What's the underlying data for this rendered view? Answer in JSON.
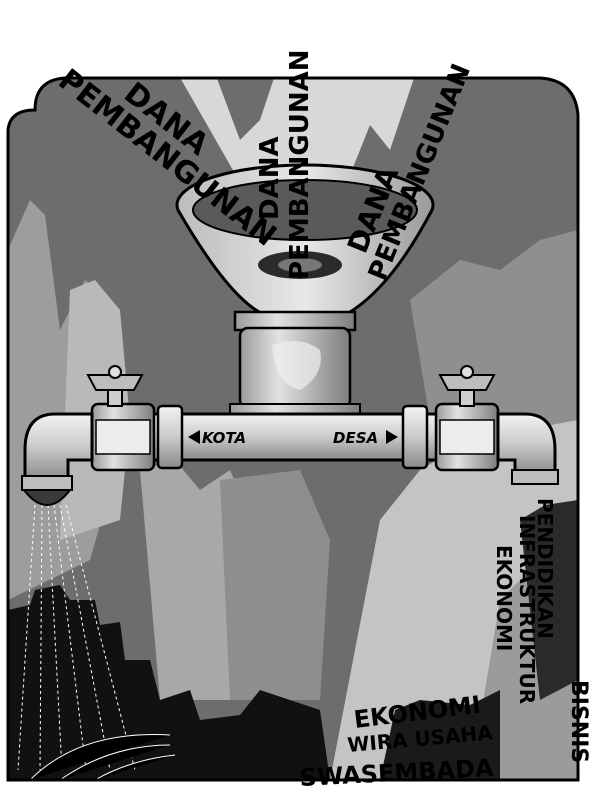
{
  "funnel_words": [
    {
      "line1": "DANA",
      "line2": "PEMBANGUNAN"
    },
    {
      "line1": "DANA",
      "line2": "PEMBANGUNAN"
    },
    {
      "line1": "DANA",
      "line2": "PEMBANGUNAN"
    }
  ],
  "pipe": {
    "left_label": "KOTA",
    "right_label": "DESA"
  },
  "village_words": {
    "pendidikan": "PENDIDIKAN",
    "infrastruktur": "INFRASTRUKTUR",
    "ekonomi_vertical": "EKONOMI",
    "bisnis": "BISNIS",
    "ekonomi": "EKONOMI",
    "wira_usaha": "WIRA USAHA",
    "swasembada": "SWASEMBADA"
  },
  "colors": {
    "sky_dark": "#6d6d6d",
    "mountain_light": "#bdbdbd",
    "pipe_light": "#d9d9d9",
    "city_black": "#111111"
  }
}
